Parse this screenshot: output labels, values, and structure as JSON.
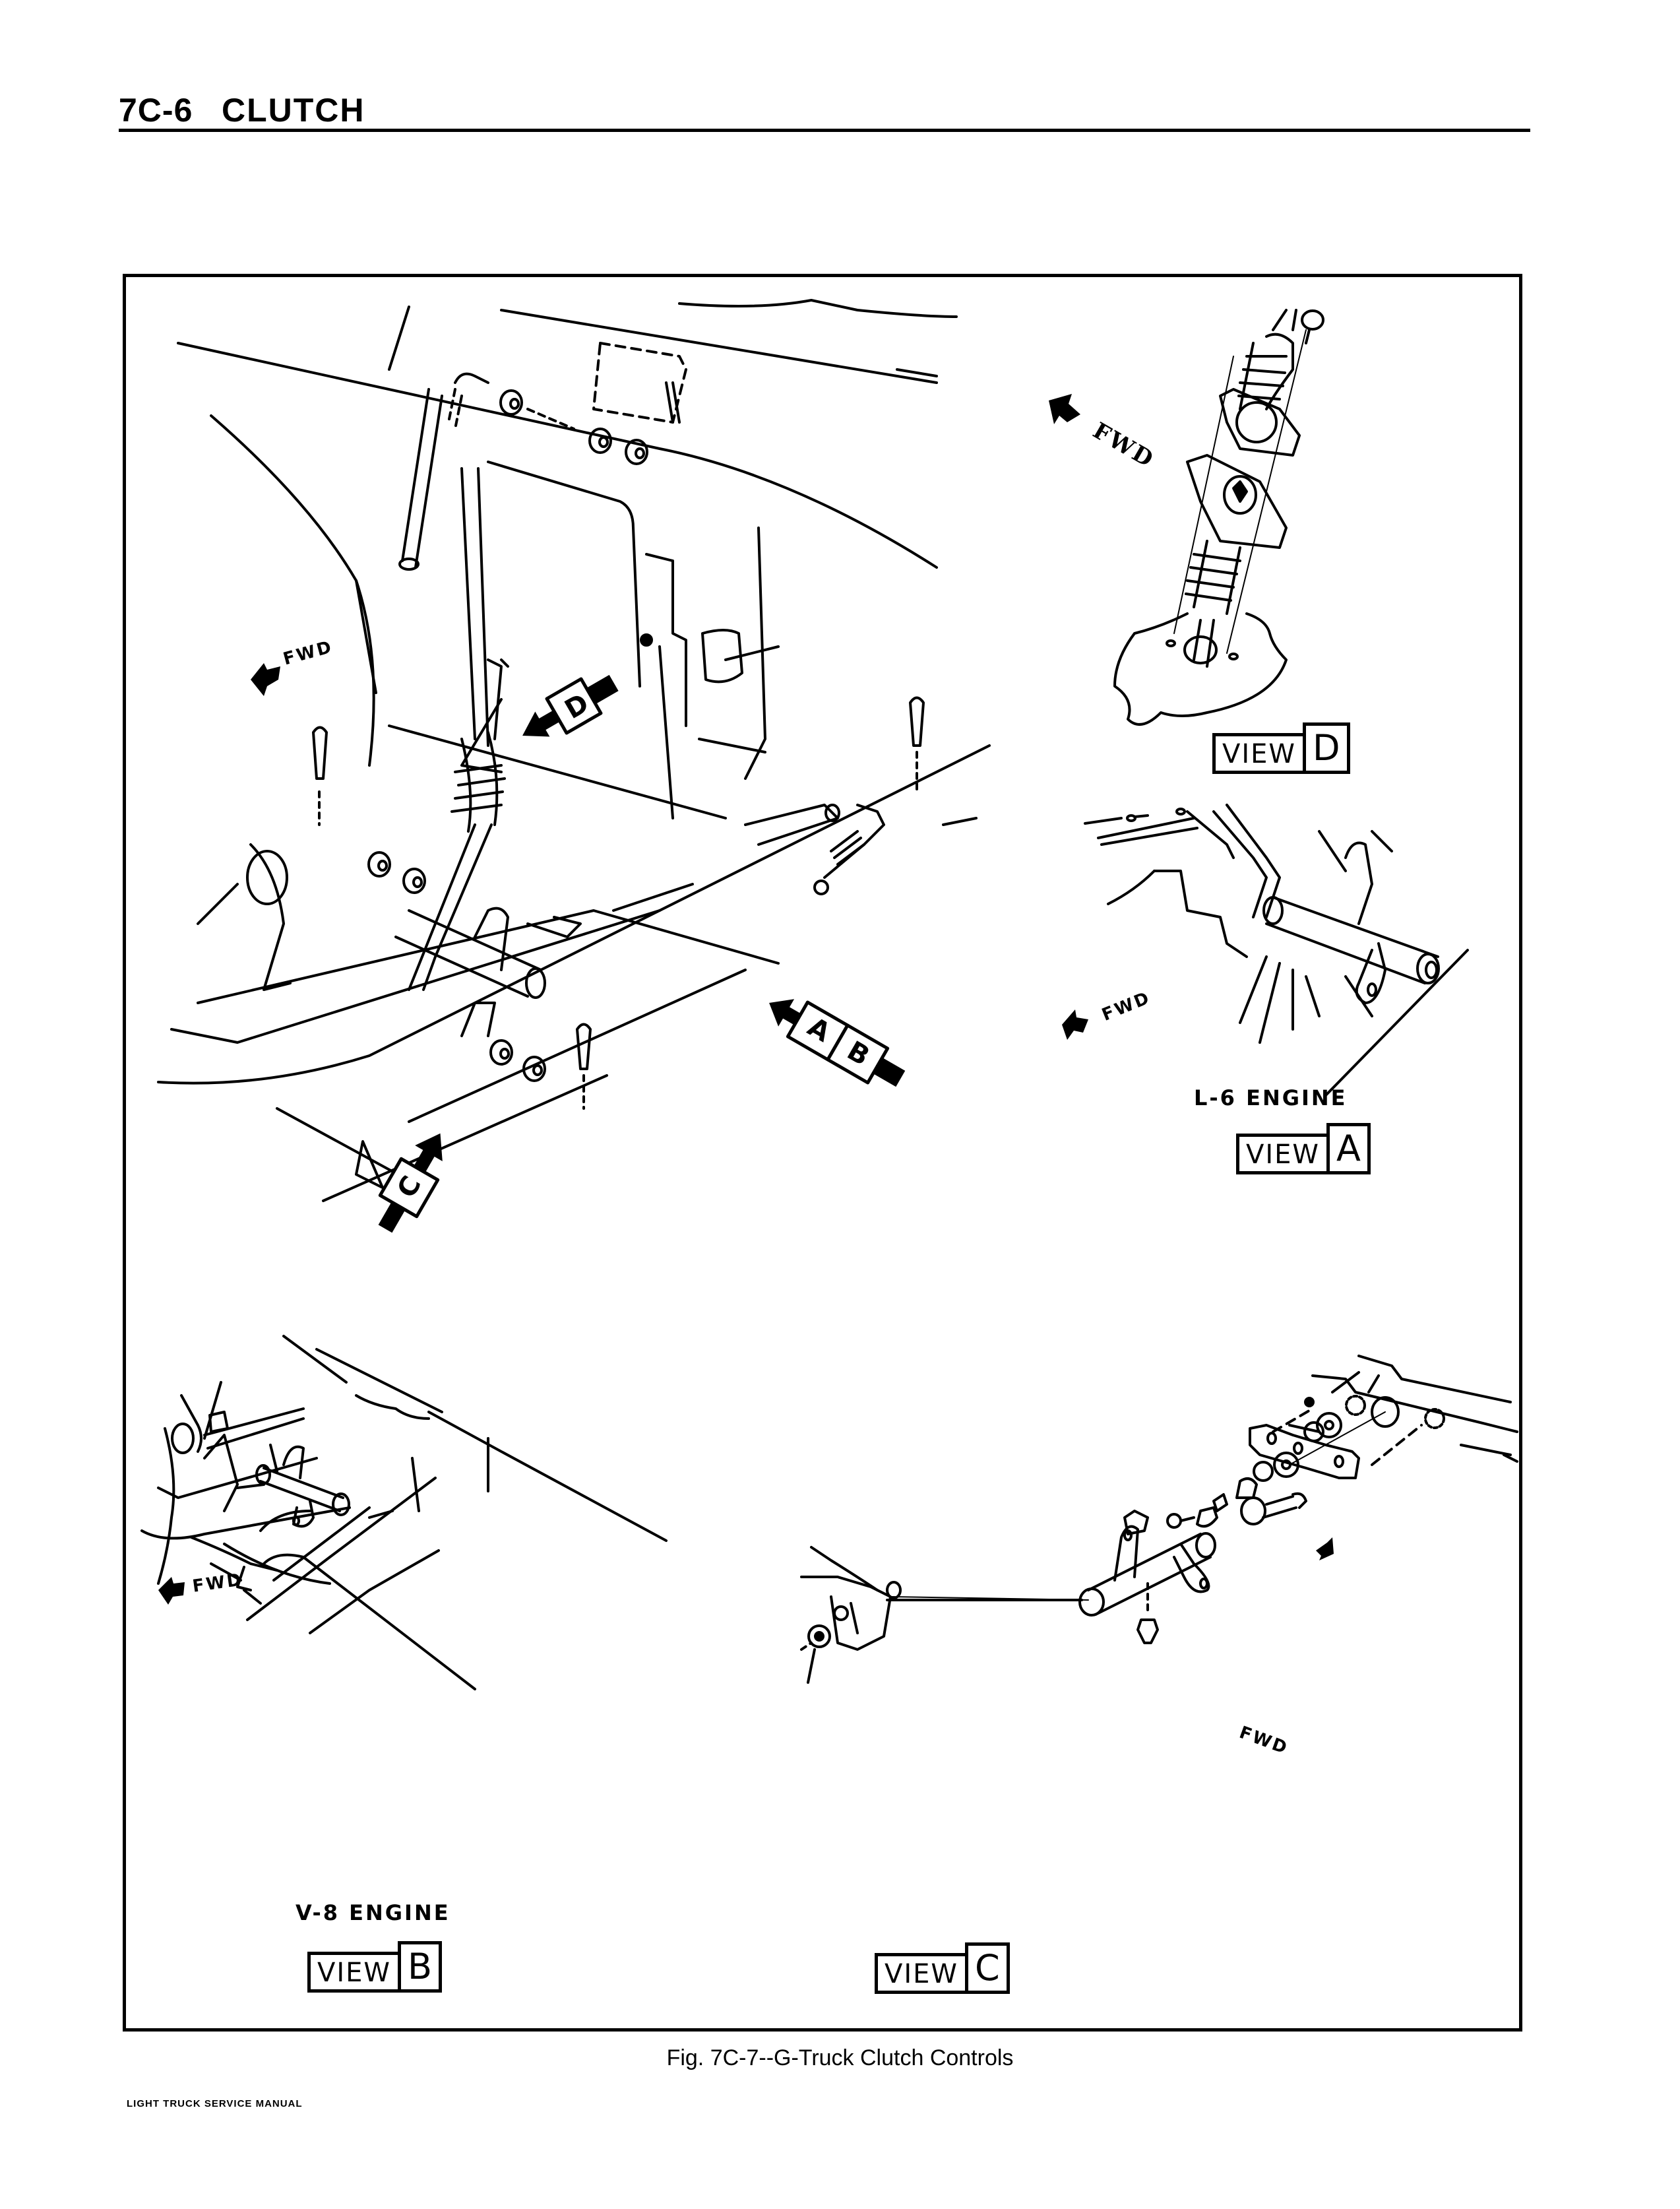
{
  "header": {
    "section_number": "7C-6",
    "section_title": "CLUTCH"
  },
  "figure": {
    "caption": "Fig. 7C-7--G-Truck Clutch Controls",
    "main_view": {
      "fwd_label": "FWD",
      "callouts": [
        {
          "id": "callout-d",
          "letters": "D"
        },
        {
          "id": "callout-ab",
          "letters": [
            "A",
            "B"
          ]
        },
        {
          "id": "callout-c",
          "letters": "C"
        }
      ]
    },
    "view_d": {
      "fwd_label": "FWD",
      "view_word": "VIEW",
      "view_letter": "D"
    },
    "view_a": {
      "fwd_label": "FWD",
      "engine_label": "L-6 ENGINE",
      "view_word": "VIEW",
      "view_letter": "A"
    },
    "view_b": {
      "fwd_label": "FWD",
      "engine_label": "V-8 ENGINE",
      "view_word": "VIEW",
      "view_letter": "B"
    },
    "view_c": {
      "fwd_label": "FWD",
      "view_word": "VIEW",
      "view_letter": "C"
    }
  },
  "footer": {
    "text": "LIGHT TRUCK SERVICE MANUAL"
  }
}
